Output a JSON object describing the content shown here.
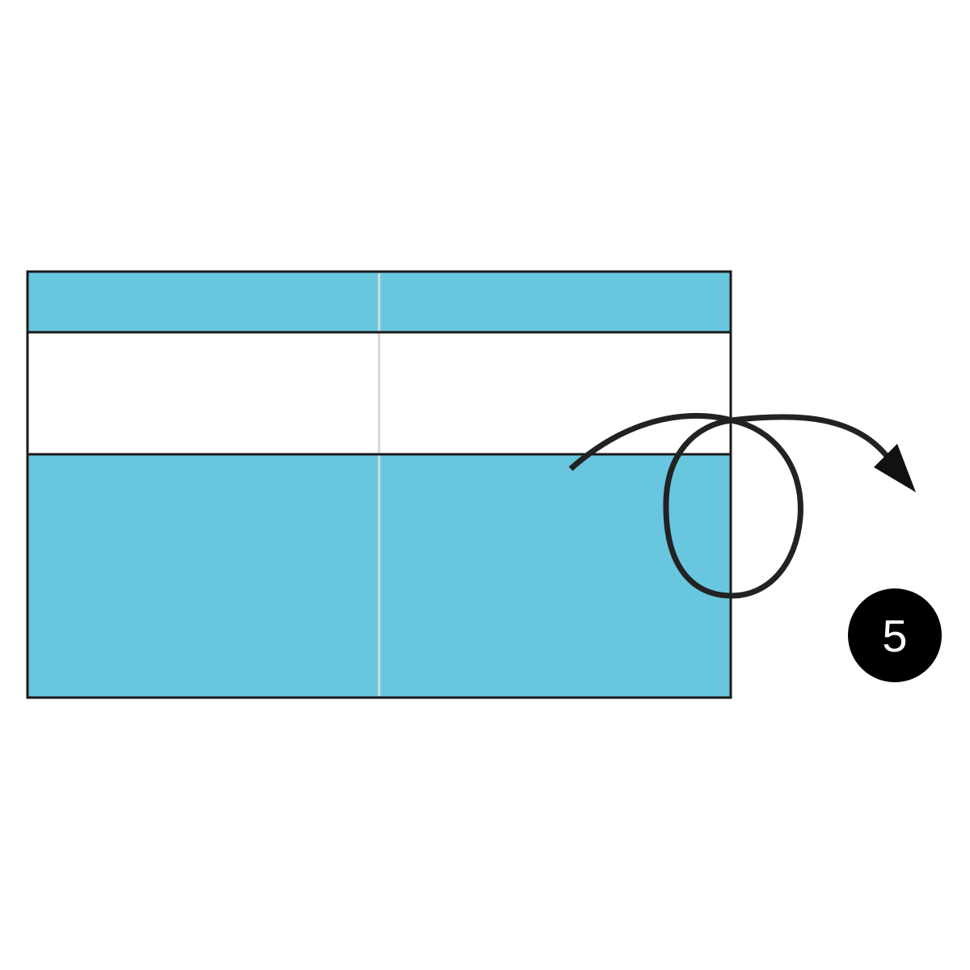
{
  "diagram": {
    "kind": "origami-fold-instruction",
    "step": {
      "number": "5",
      "badge_color": "#000000",
      "text_color": "#ffffff"
    },
    "paper": {
      "colored_side": "#68c6de",
      "white_side": "#ffffff",
      "outline_color": "#1a1a1a",
      "crease_color": "#d8d8d8",
      "bands": [
        "colored",
        "white",
        "colored"
      ]
    },
    "fold_arrow": {
      "icon": "turn-over-arrow-icon",
      "meaning": "turn-over",
      "color": "#222222"
    }
  }
}
